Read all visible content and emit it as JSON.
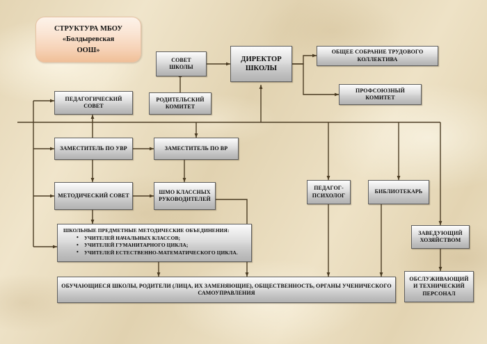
{
  "title_card": {
    "line1": "СТРУКТУРА МБОУ",
    "line2": "«Болдыревская",
    "line3": "ООШ»"
  },
  "nodes": {
    "council": "СОВЕТ ШКОЛЫ",
    "director": "ДИРЕКТОР ШКОЛЫ",
    "general_assembly": "ОБЩЕЕ СОБРАНИЕ ТРУДОВОГО КОЛЛЕКТИВА",
    "trade_union": "ПРОФСОЮЗНЫЙ КОМИТЕТ",
    "pedagogical_council": "ПЕДАГОГИЧЕСКИЙ СОВЕТ",
    "parent_committee": "РОДИТЕЛЬСКИЙ КОМИТЕТ",
    "deputy_uvr": "ЗАМЕСТИТЕЛЬ ПО УВР",
    "deputy_vr": "ЗАМЕСТИТЕЛЬ ПО ВР",
    "methodical_council": "МЕТОДИЧЕСКИЙ СОВЕТ",
    "shmo": "ШМО КЛАССНЫХ РУКОВОДИТЕЛЕЙ",
    "psychologist": "ПЕДАГОГ-ПСИХОЛОГ",
    "librarian": "БИБЛИОТЕКАРЬ",
    "facilities_manager": "ЗАВЕДУЮЩИЙ ХОЗЯЙСТВОМ",
    "support_staff": "ОБСЛУЖИВАЮЩИЙ И ТЕХНИЧЕСКИЙ ПЕРСОНАЛ",
    "students_parents": "ОБУЧАЮЩИЕСЯ ШКОЛЫ, РОДИТЕЛИ (ЛИЦА, ИХ ЗАМЕНЯЮЩИЕ), ОБЩЕСТВЕННОСТЬ, ОРГАНЫ УЧЕНИЧЕСКОГО САМОУПРАВЛЕНИЯ"
  },
  "subject_associations": {
    "header": "ШКОЛЬНЫЕ ПРЕДМЕТНЫЕ МЕТОДИЧЕСКИЕ ОБЪЕДИНЕНИЯ:",
    "items": [
      "УЧИТЕЛЕЙ НАЧАЛЬНЫХ КЛАССОВ;",
      "УЧИТЕЛЕЙ ГУМАНИТАРНОГО ЦИКЛА;",
      "УЧИТЕЛЕЙ ЕСТЕСТВЕННО-МАТЕМАТИЧЕСКОГО ЦИКЛА."
    ]
  },
  "colors": {
    "background": "#e9dcbe",
    "node_border": "#5d5d5d",
    "connector": "#4a3b22",
    "title_accent": "#f6d2b6"
  }
}
